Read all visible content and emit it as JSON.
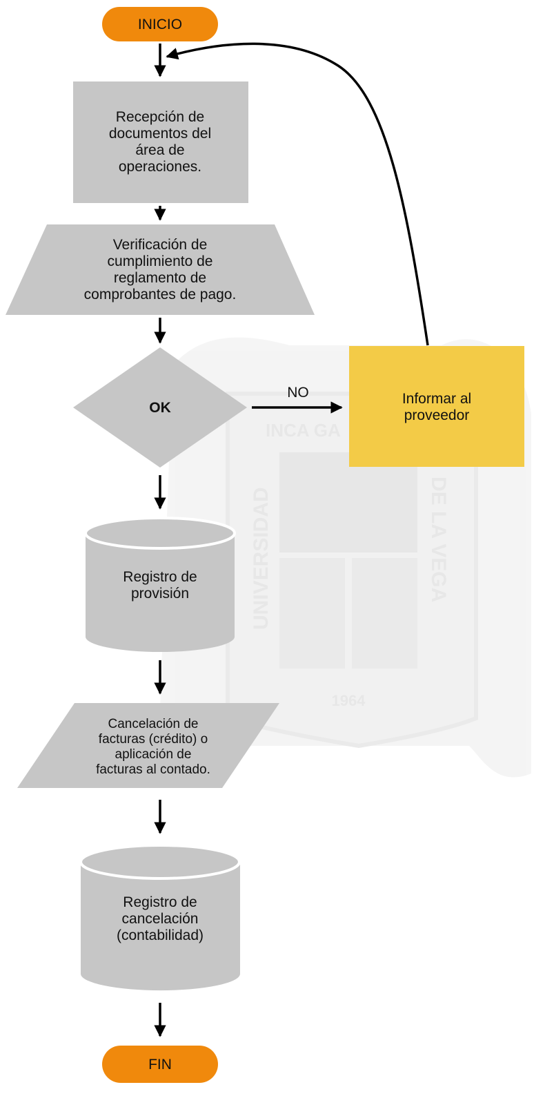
{
  "colors": {
    "terminal": "#f0890c",
    "process": "#c6c6c6",
    "highlight": "#f3cb47",
    "arrow": "#000000",
    "watermark": "#e4e4e4"
  },
  "watermark": {
    "top_text": "INCA GA",
    "left_text": "UNIVERSIDAD",
    "right_text": "DE LA VEGA",
    "year": "1964"
  },
  "nodes": {
    "inicio": {
      "lines": [
        "INICIO"
      ]
    },
    "recepcion": {
      "lines": [
        "Recepción de",
        "documentos del",
        "área de",
        "operaciones."
      ]
    },
    "verificacion": {
      "lines": [
        "Verificación de",
        "cumplimiento de",
        "reglamento de",
        "comprobantes de pago."
      ]
    },
    "decision": {
      "lines": [
        "OK"
      ]
    },
    "informar": {
      "lines": [
        "Informar al",
        "proveedor"
      ]
    },
    "registro_provision": {
      "lines": [
        "Registro de",
        "provisión"
      ]
    },
    "cancelacion": {
      "lines": [
        "Cancelación de",
        "facturas (crédito) o",
        "aplicación de",
        "facturas al contado."
      ]
    },
    "registro_cancelacion": {
      "lines": [
        "Registro de",
        "cancelación",
        "(contabilidad)"
      ]
    },
    "fin": {
      "lines": [
        "FIN"
      ]
    }
  },
  "edges": {
    "no_label": "NO"
  }
}
